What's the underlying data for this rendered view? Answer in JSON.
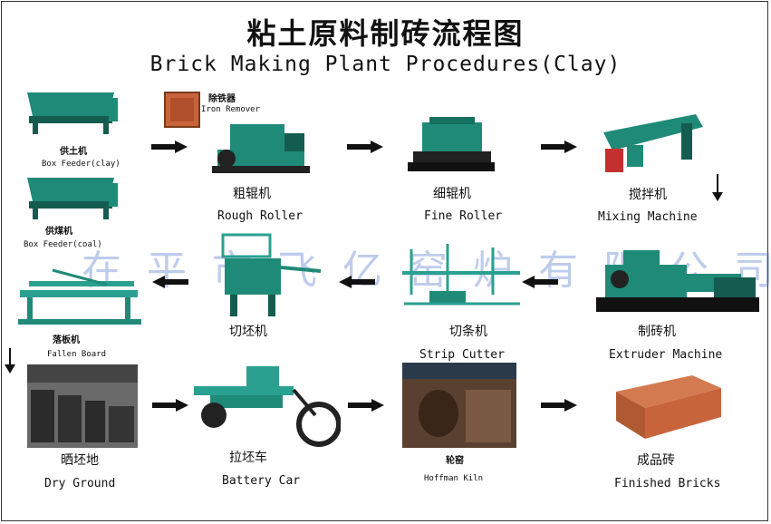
{
  "title_cn": "粘土原料制砖流程图",
  "title_en": "Brick Making Plant Procedures(Clay)",
  "watermark": "在平市飞亿窑炉有限公司",
  "steps": {
    "box_feeder_clay": {
      "cn": "供土机",
      "en": "Box Feeder(clay)"
    },
    "box_feeder_coal": {
      "cn": "供煤机",
      "en": "Box Feeder(coal)"
    },
    "iron_remover": {
      "cn": "除铁器",
      "en": "Iron Remover"
    },
    "rough_roller": {
      "cn": "粗辊机",
      "en": "Rough Roller"
    },
    "fine_roller": {
      "cn": "细辊机",
      "en": "Fine Roller"
    },
    "mixing_machine": {
      "cn": "搅拌机",
      "en": "Mixing Machine"
    },
    "extruder": {
      "cn": "制砖机",
      "en": "Extruder Machine"
    },
    "strip_cutter": {
      "cn": "切条机",
      "en": "Strip Cutter"
    },
    "cutter": {
      "cn": "切坯机"
    },
    "fallen_board": {
      "cn": "落板机",
      "en": "Fallen Board"
    },
    "dry_ground": {
      "cn": "晒坯地",
      "en": "Dry Ground"
    },
    "battery_car": {
      "cn": "拉坯车",
      "en": "Battery Car"
    },
    "hoffman_kiln": {
      "cn": "轮窑",
      "en": "Hoffman Kiln"
    },
    "finished_bricks": {
      "cn": "成品砖",
      "en": "Finished Bricks"
    }
  },
  "colors": {
    "machine_green": "#1f8a78",
    "machine_dark": "#222222",
    "brick": "#c8643c",
    "kiln": "#8a5a3c",
    "watermark": "#6c8ee0"
  }
}
